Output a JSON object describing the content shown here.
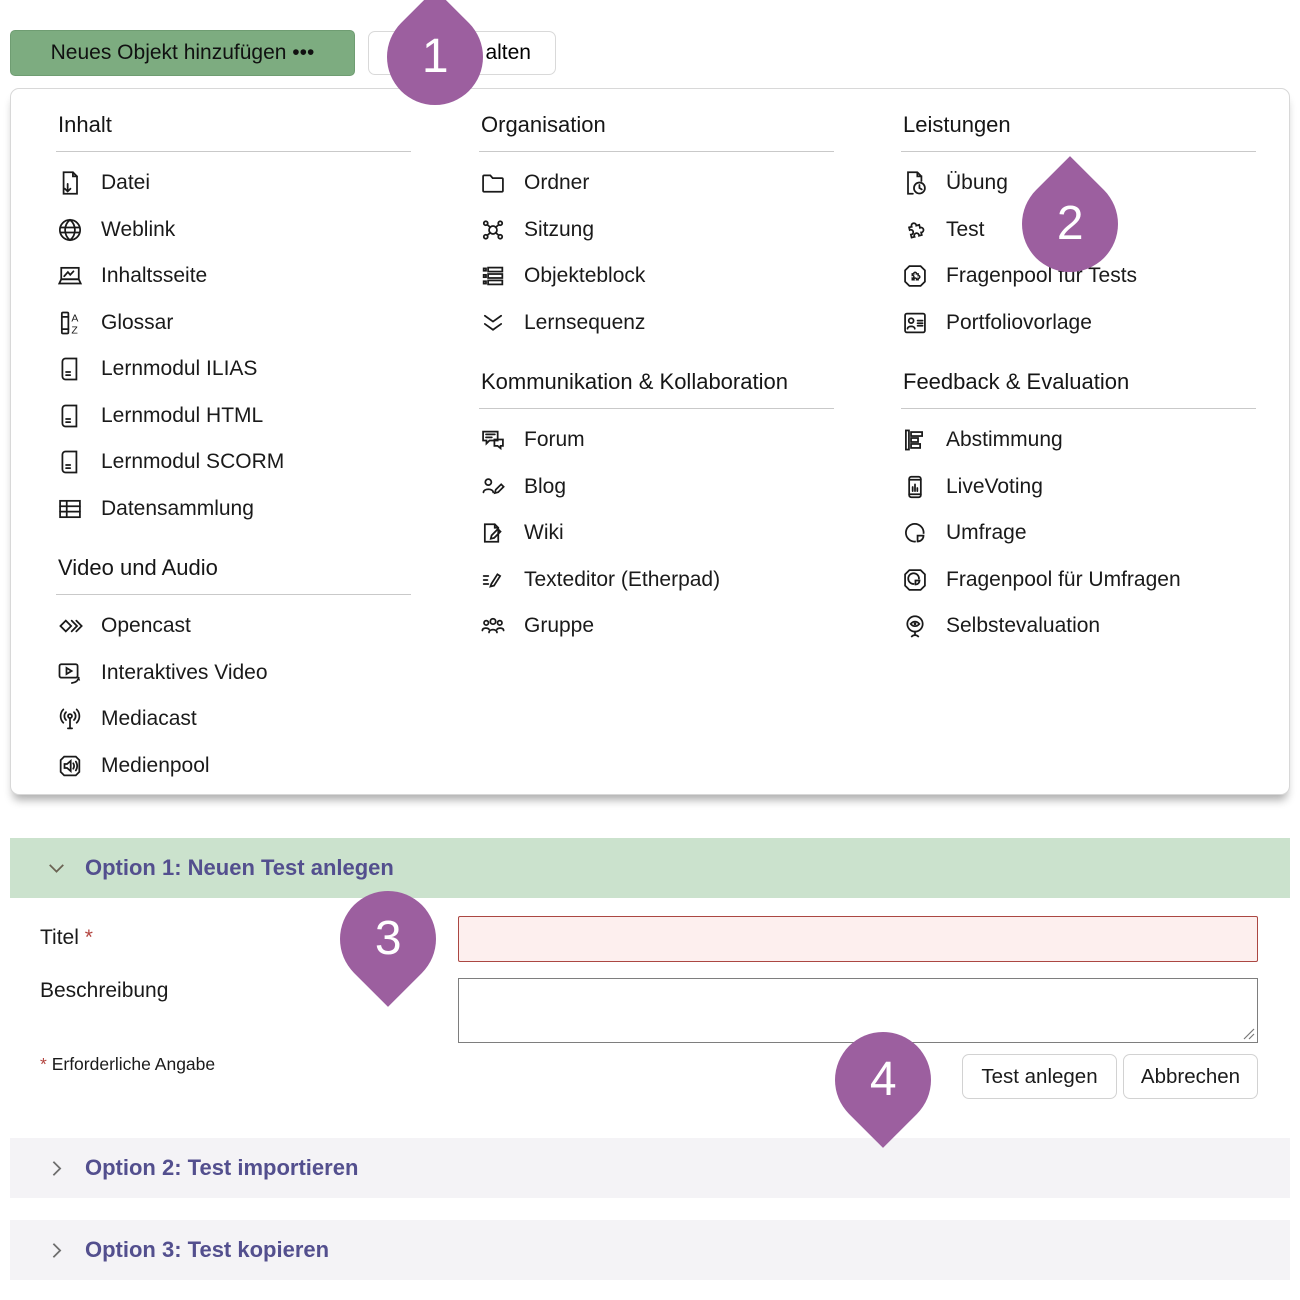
{
  "toolbar": {
    "add_button": "Neues Objekt hinzufügen •••",
    "secondary_button_visible": "alten"
  },
  "menu": {
    "sections": {
      "inhalt": {
        "title": "Inhalt",
        "items": [
          "Datei",
          "Weblink",
          "Inhaltsseite",
          "Glossar",
          "Lernmodul ILIAS",
          "Lernmodul HTML",
          "Lernmodul SCORM",
          "Datensammlung"
        ]
      },
      "video_audio": {
        "title": "Video und Audio",
        "items": [
          "Opencast",
          "Interaktives Video",
          "Mediacast",
          "Medienpool"
        ]
      },
      "organisation": {
        "title": "Organisation",
        "items": [
          "Ordner",
          "Sitzung",
          "Objekteblock",
          "Lernsequenz"
        ]
      },
      "kommunikation": {
        "title": "Kommunikation & Kollaboration",
        "items": [
          "Forum",
          "Blog",
          "Wiki",
          "Texteditor (Etherpad)",
          "Gruppe"
        ]
      },
      "leistungen": {
        "title": "Leistungen",
        "items": [
          "Übung",
          "Test",
          "Fragenpool für Tests",
          "Portfoliovorlage"
        ]
      },
      "feedback": {
        "title": "Feedback & Evaluation",
        "items": [
          "Abstimmung",
          "LiveVoting",
          "Umfrage",
          "Fragenpool für Umfragen",
          "Selbstevaluation"
        ]
      }
    }
  },
  "form": {
    "option1_title": "Option 1: Neuen Test anlegen",
    "title_label": "Titel",
    "required_mark": "*",
    "title_value": "",
    "description_label": "Beschreibung",
    "description_value": "",
    "required_note": "Erforderliche Angabe",
    "submit_label": "Test anlegen",
    "cancel_label": "Abbrechen",
    "option2_title": "Option 2: Test importieren",
    "option3_title": "Option 3: Test kopieren"
  },
  "markers": {
    "labels": [
      "1",
      "2",
      "3",
      "4"
    ]
  },
  "colors": {
    "add_button_green": "#7dac80",
    "accordion_open_green": "#cbe2cd",
    "accordion_closed_gray": "#f4f3f6",
    "accordion_text_purple": "#534f8e",
    "marker_purple": "#9c5f9f",
    "required_red": "#ab4742",
    "invalid_field_bg": "#fdefee"
  }
}
